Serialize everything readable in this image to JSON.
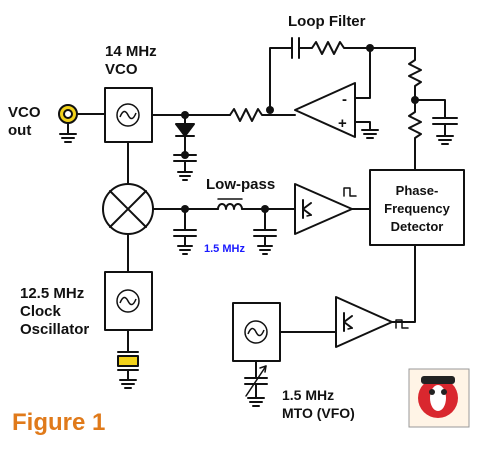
{
  "labels": {
    "loop_filter": "Loop Filter",
    "vco_line1": "14 MHz",
    "vco_line2": "VCO",
    "vco_out_line1": "VCO",
    "vco_out_line2": "out",
    "low_pass": "Low-pass",
    "low_pass_freq": "1.5 MHz",
    "pfd_line1": "Phase-",
    "pfd_line2": "Frequency",
    "pfd_line3": "Detector",
    "clock_line1": "12.5 MHz",
    "clock_line2": "Clock",
    "clock_line3": "Oscillator",
    "mto_line1": "1.5 MHz",
    "mto_line2": "MTO (VFO)",
    "opamp_minus": "-",
    "opamp_plus": "+",
    "figure_title": "Figure 1"
  },
  "colors": {
    "wire": "#111111",
    "low_pass_freq": "#1a1aff",
    "figure_title": "#e07a1a",
    "crystal": "#f2d21a",
    "connector": "#f2d21a"
  },
  "icons": [
    "oscillator-icon",
    "mixer-icon",
    "comparator-icon",
    "logo-icon"
  ]
}
